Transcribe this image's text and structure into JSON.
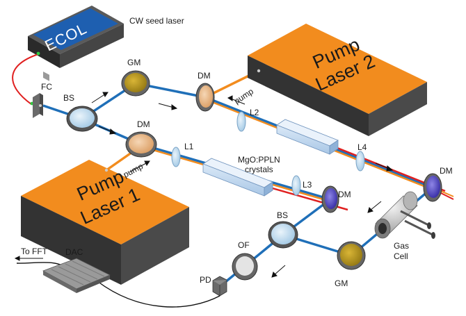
{
  "seed_laser": {
    "box_text": "ECOL",
    "caption": "CW seed laser"
  },
  "pump_laser_1": {
    "line1": "Pump",
    "line2": "Laser 1"
  },
  "pump_laser_2": {
    "line1": "Pump",
    "line2": "Laser 2"
  },
  "labels": {
    "fc": "FC",
    "bs_top": "BS",
    "gm_top": "GM",
    "dm_top": "DM",
    "dm_left": "DM",
    "pump_top": "pump",
    "pump_bottom": "pump",
    "l1": "L1",
    "l2": "L2",
    "l3": "L3",
    "l4": "L4",
    "crystals_line1": "MgO:PPLN",
    "crystals_line2": "crystals",
    "dm_mid": "DM",
    "dm_right": "DM",
    "bs_bottom": "BS",
    "of": "OF",
    "pd": "PD",
    "gm_bottom": "GM",
    "gas_line1": "Gas",
    "gas_line2": "Cell",
    "dac": "DAC",
    "to_fft": "To FFT"
  },
  "colors": {
    "pump_orange": "#f28c1e",
    "seed_blue": "#1f6fb8",
    "idler_red": "#e02020",
    "box_body": "#3a3a3a",
    "ecol_blue": "#1e5fb0"
  }
}
